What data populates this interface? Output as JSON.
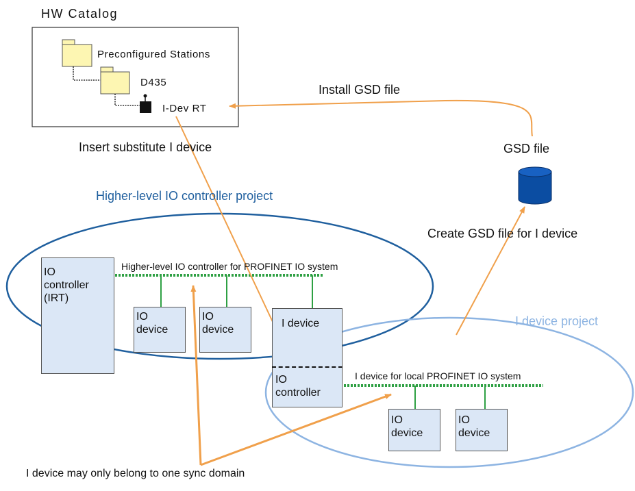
{
  "catalog": {
    "title": "HW Catalog",
    "folder1": "Preconfigured Stations",
    "folder2": "D435",
    "device": "I-Dev RT"
  },
  "labels": {
    "install_gsd": "Install GSD file",
    "insert_substitute": "Insert substitute I device",
    "gsd_file": "GSD file",
    "create_gsd": "Create GSD file for I device",
    "higher_level_project": "Higher-level IO controller project",
    "i_device_project": "I device project",
    "higher_level_system": "Higher-level IO controller for PROFINET IO system",
    "local_system": "I device for local PROFINET IO system",
    "sync_domain_note": "I device may only belong to one sync domain"
  },
  "boxes": {
    "io_controller_irt": "IO\ncontroller\n(IRT)",
    "io_device_1": "IO\ndevice",
    "io_device_2": "IO\ndevice",
    "i_device": "I device",
    "io_controller": "IO\ncontroller",
    "io_device_3": "IO\ndevice",
    "io_device_4": "IO\ndevice"
  },
  "colors": {
    "arrow": "#f0a04b",
    "higher_ellipse": "#1f5f9e",
    "idevice_ellipse": "#8db4e2",
    "network": "#2ea043",
    "box_fill": "#dbe7f6",
    "cylinder": "#0b4da2"
  }
}
